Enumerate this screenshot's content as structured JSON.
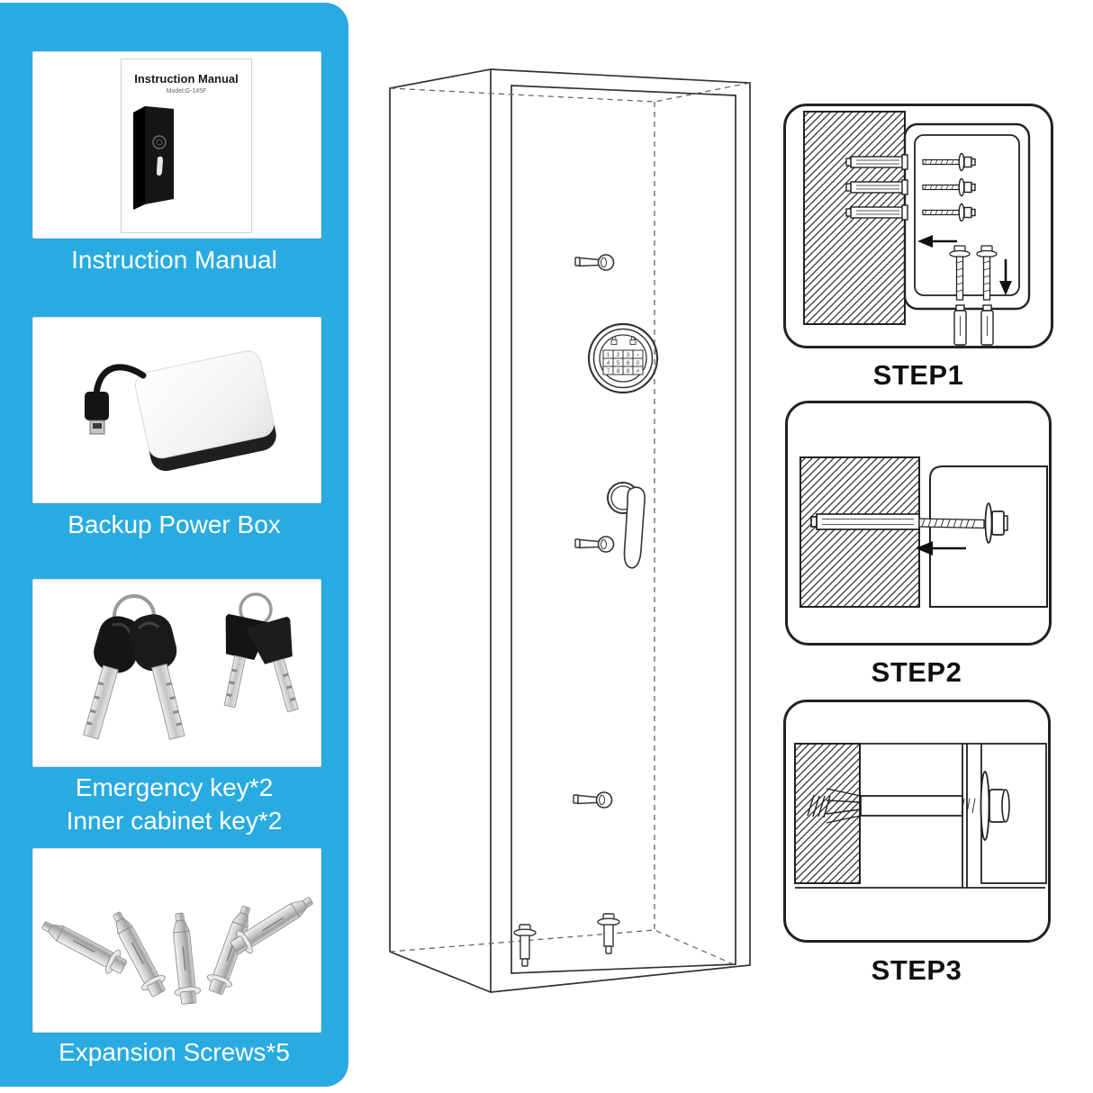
{
  "colors": {
    "accent_blue": "#29ABE2",
    "card_border": "#e2e2e2",
    "drawing_line": "#333333",
    "step_text": "#111111",
    "label_text": "#ffffff"
  },
  "sidebar": {
    "manual": {
      "label": "Instruction Manual",
      "cover_title": "Instruction Manual",
      "cover_model": "Model:G-145F"
    },
    "power_box": {
      "label": "Backup Power Box"
    },
    "keys": {
      "label_line1": "Emergency key*2",
      "label_line2": "Inner cabinet key*2"
    },
    "screws": {
      "label": "Expansion Screws*5"
    }
  },
  "steps": [
    {
      "label": "STEP1"
    },
    {
      "label": "STEP2"
    },
    {
      "label": "STEP3"
    }
  ],
  "safe": {
    "keypad_keys": [
      "1",
      "2",
      "3",
      "*",
      "4",
      "5",
      "6",
      "0",
      "7",
      "8",
      "9",
      "#"
    ]
  }
}
